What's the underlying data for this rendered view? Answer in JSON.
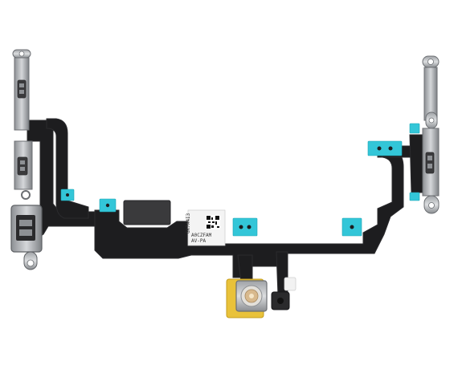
{
  "photo": {
    "subject": "flex-cable",
    "background": "#ffffff",
    "colors": {
      "flex": "#1d1d1f",
      "flex_edge": "#2b2b2e",
      "pad": "#33c6d8",
      "metal": "#b9bcc0",
      "metal_dark": "#6c6f73",
      "label": "#f4f4f4",
      "kapton": "#e9c23a",
      "stiffener": "#3a3a3c"
    },
    "label": {
      "line1": "GK7A4I3",
      "line2": "A0CZFAM",
      "line3": "AV-PA"
    }
  }
}
